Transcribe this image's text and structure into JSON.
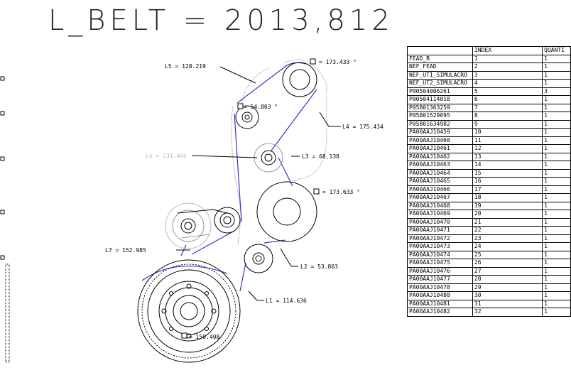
{
  "title": "L_BELT = 2013,812",
  "labels": {
    "l5": "L5 = 128.219",
    "a1": "= 173.433 °",
    "a2": "= 54.803 °",
    "l4": "L4 = 175.434",
    "l6": "L6 = 231.466",
    "l3": "L3 = 68.138",
    "a3": "= 173.633 °",
    "l7": "L7 = 152.985",
    "l2": "L2 = 53.803",
    "l1": "L1 = 114.636",
    "a4": "= 150.408"
  },
  "table": {
    "headers": [
      "",
      "INDEX",
      "QUANTI"
    ],
    "rows": [
      [
        "FEAD_B",
        "1",
        "1"
      ],
      [
        "NEF_FEAD",
        "2",
        "1"
      ],
      [
        "NEF_UT1_SIMULACRO",
        "3",
        "1"
      ],
      [
        "NEF_UT2_SIMULACRO",
        "4",
        "1"
      ],
      [
        "P00504006261",
        "5",
        "3"
      ],
      [
        "P00504114018",
        "6",
        "1"
      ],
      [
        "P05801363259",
        "7",
        "1"
      ],
      [
        "P05801529095",
        "8",
        "1"
      ],
      [
        "P05801634982",
        "9",
        "1"
      ],
      [
        "PA00AAJ10459",
        "10",
        "1"
      ],
      [
        "PA00AAJ10460",
        "11",
        "1"
      ],
      [
        "PA00AAJ10461",
        "12",
        "1"
      ],
      [
        "PA00AAJ10462",
        "13",
        "1"
      ],
      [
        "PA00AAJ10463",
        "14",
        "1"
      ],
      [
        "PA00AAJ10464",
        "15",
        "1"
      ],
      [
        "PA00AAJ10465",
        "16",
        "1"
      ],
      [
        "PA00AAJ10466",
        "17",
        "1"
      ],
      [
        "PA00AAJ10467",
        "18",
        "1"
      ],
      [
        "PA00AAJ10468",
        "19",
        "1"
      ],
      [
        "PA00AAJ10469",
        "20",
        "1"
      ],
      [
        "PA00AAJ10470",
        "21",
        "1"
      ],
      [
        "PA00AAJ10471",
        "22",
        "1"
      ],
      [
        "PA00AAJ10472",
        "23",
        "1"
      ],
      [
        "PA00AAJ10473",
        "24",
        "1"
      ],
      [
        "PA00AAJ10474",
        "25",
        "1"
      ],
      [
        "PA00AAJ10475",
        "26",
        "1"
      ],
      [
        "PA00AAJ10476",
        "27",
        "1"
      ],
      [
        "PA00AAJ10477",
        "28",
        "1"
      ],
      [
        "PA00AAJ10478",
        "29",
        "1"
      ],
      [
        "PA00AAJ10480",
        "30",
        "1"
      ],
      [
        "PA00AAJ10481",
        "31",
        "1"
      ],
      [
        "PA00AAJ10482",
        "32",
        "1"
      ]
    ]
  },
  "colors": {
    "belt": "#3333cc",
    "ink": "#000000",
    "ghost": "#bbbbbb"
  }
}
